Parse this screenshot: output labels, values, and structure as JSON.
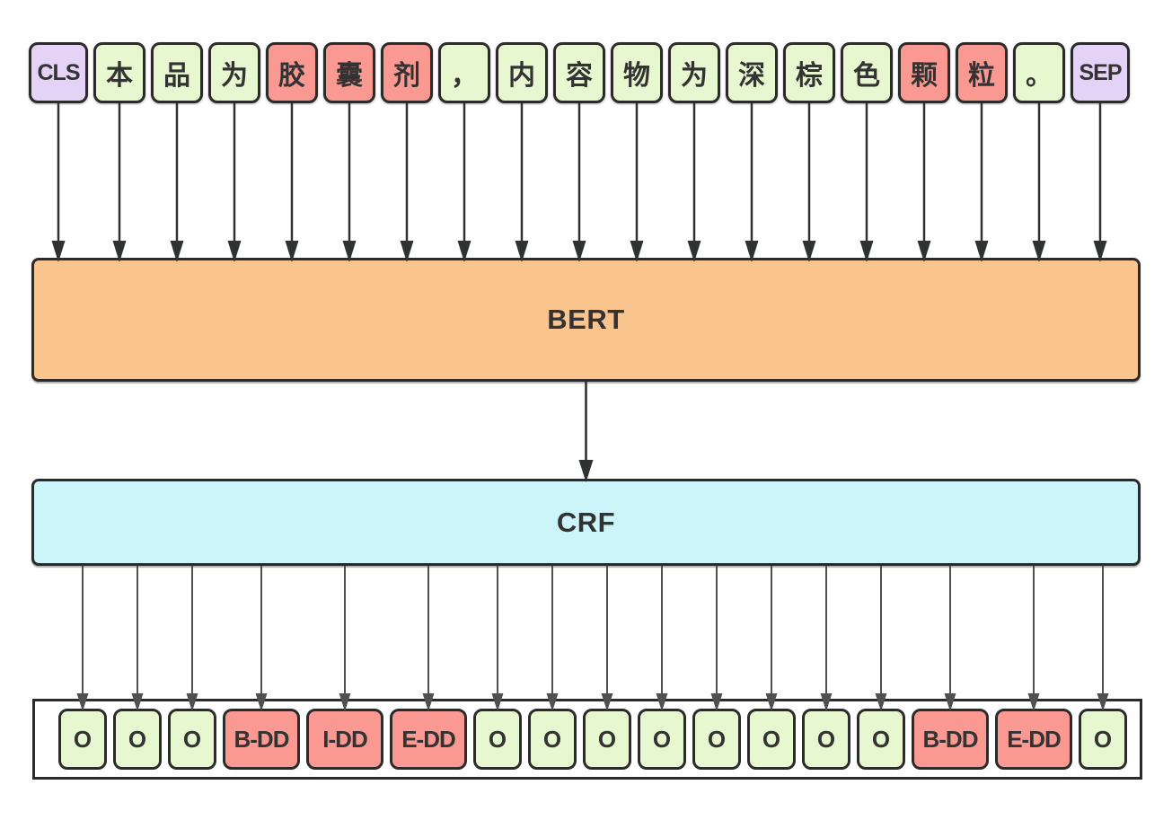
{
  "model": {
    "bert_label": "BERT",
    "crf_label": "CRF"
  },
  "tokens": [
    {
      "text": "CLS",
      "type": "special"
    },
    {
      "text": "本",
      "type": "normal"
    },
    {
      "text": "品",
      "type": "normal"
    },
    {
      "text": "为",
      "type": "normal"
    },
    {
      "text": "胶",
      "type": "entity"
    },
    {
      "text": "囊",
      "type": "entity"
    },
    {
      "text": "剂",
      "type": "entity"
    },
    {
      "text": "，",
      "type": "normal"
    },
    {
      "text": "内",
      "type": "normal"
    },
    {
      "text": "容",
      "type": "normal"
    },
    {
      "text": "物",
      "type": "normal"
    },
    {
      "text": "为",
      "type": "normal"
    },
    {
      "text": "深",
      "type": "normal"
    },
    {
      "text": "棕",
      "type": "normal"
    },
    {
      "text": "色",
      "type": "normal"
    },
    {
      "text": "颗",
      "type": "entity"
    },
    {
      "text": "粒",
      "type": "entity"
    },
    {
      "text": "。",
      "type": "normal"
    },
    {
      "text": "SEP",
      "type": "special"
    }
  ],
  "output_labels": [
    {
      "text": "O",
      "type": "outside"
    },
    {
      "text": "O",
      "type": "outside"
    },
    {
      "text": "O",
      "type": "outside"
    },
    {
      "text": "B-DD",
      "type": "entity"
    },
    {
      "text": "I-DD",
      "type": "entity"
    },
    {
      "text": "E-DD",
      "type": "entity"
    },
    {
      "text": "O",
      "type": "outside"
    },
    {
      "text": "O",
      "type": "outside"
    },
    {
      "text": "O",
      "type": "outside"
    },
    {
      "text": "O",
      "type": "outside"
    },
    {
      "text": "O",
      "type": "outside"
    },
    {
      "text": "O",
      "type": "outside"
    },
    {
      "text": "O",
      "type": "outside"
    },
    {
      "text": "O",
      "type": "outside"
    },
    {
      "text": "B-DD",
      "type": "entity"
    },
    {
      "text": "E-DD",
      "type": "entity"
    },
    {
      "text": "O",
      "type": "outside"
    }
  ],
  "colors": {
    "background": "#FFFFFF",
    "special_token": "#E5D3F7",
    "normal_token": "#E7F8D1",
    "entity_token": "#F99992",
    "bert_fill": "#F9C48E",
    "crf_fill": "#CBF5F8",
    "box_border": "#2B2B2B",
    "text": "#333333",
    "arrow_dark": "#303132",
    "arrow_gray": "#4D4F50"
  }
}
